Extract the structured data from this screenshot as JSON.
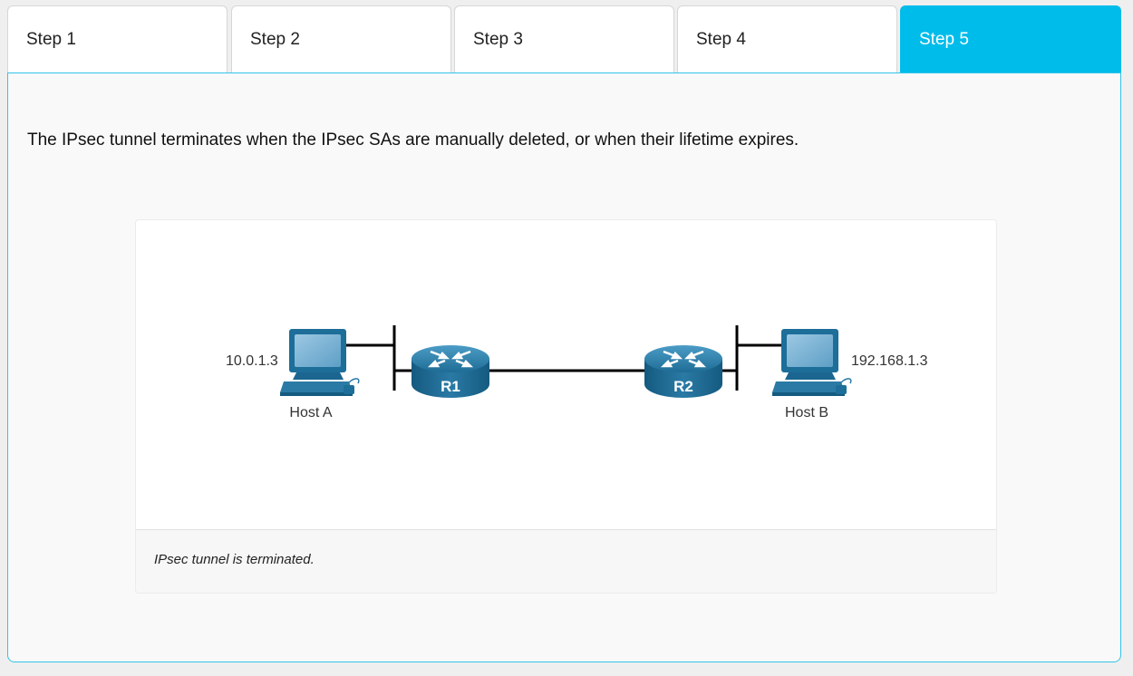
{
  "tabs": [
    {
      "label": "Step 1",
      "active": false
    },
    {
      "label": "Step 2",
      "active": false
    },
    {
      "label": "Step 3",
      "active": false
    },
    {
      "label": "Step 4",
      "active": false
    },
    {
      "label": "Step 5",
      "active": true
    }
  ],
  "description": "The IPsec tunnel terminates when the IPsec SAs are manually deleted, or when their lifetime expires.",
  "diagram": {
    "host_a": {
      "name": "Host A",
      "ip": "10.0.1.3"
    },
    "host_b": {
      "name": "Host B",
      "ip": "192.168.1.3"
    },
    "router_1": "R1",
    "router_2": "R2",
    "icons": [
      "computer-icon",
      "router-icon",
      "switch-segment"
    ]
  },
  "caption": "IPsec tunnel is terminated.",
  "colors": {
    "active_tab": "#00bceb",
    "panel_border": "#33c4ea",
    "device_blue": "#1d6e99"
  }
}
